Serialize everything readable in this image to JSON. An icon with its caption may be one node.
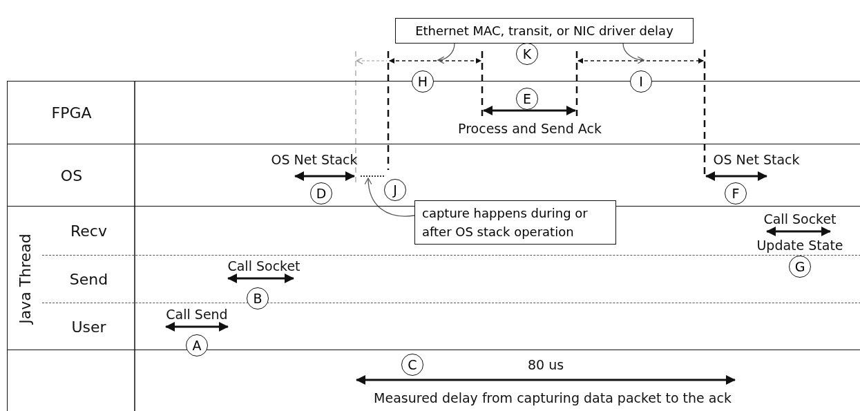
{
  "diagram": {
    "nodes": [
      {
        "text": [
          "FPGA"
        ]
      },
      {
        "text": [
          "OS"
        ]
      },
      {
        "text": [
          "Java Thread"
        ]
      },
      {
        "text": [
          "Recv"
        ],
        "in": 2
      },
      {
        "text": [
          "Send"
        ],
        "in": 2
      },
      {
        "text": [
          "User"
        ],
        "in": 2
      },
      {
        "text": [],
        "shape": "box"
      },
      {
        "text": [
          "Ethernet MAC, transit, or NIC driver delay"
        ]
      },
      {
        "text": [
          "capture happens during or after OS stack operation"
        ]
      },
      {
        "text": [],
        "shape": "bar",
        "in": 1
      },
      {
        "text": [],
        "shape": "arrow"
      },
      {
        "text": [],
        "shape": "arrow"
      }
    ],
    "edges": [
      {
        "from": 7,
        "to": 10,
        "arrow": "to"
      },
      {
        "from": 7,
        "to": 11,
        "arrow": "to"
      },
      {
        "from": 8,
        "to": 9,
        "arrow": "to"
      }
    ],
    "labels": [
      "K",
      "H",
      "I",
      "E",
      "Process and Send Ack",
      "OS Net Stack",
      "OS Net Stack",
      "D",
      "J",
      "F",
      "Call Socket",
      "Update State",
      "Call Socket",
      "G",
      "B",
      "Call Send",
      "A",
      "C",
      "80 us",
      "Measured delay from capturing data packet to the ack"
    ]
  }
}
